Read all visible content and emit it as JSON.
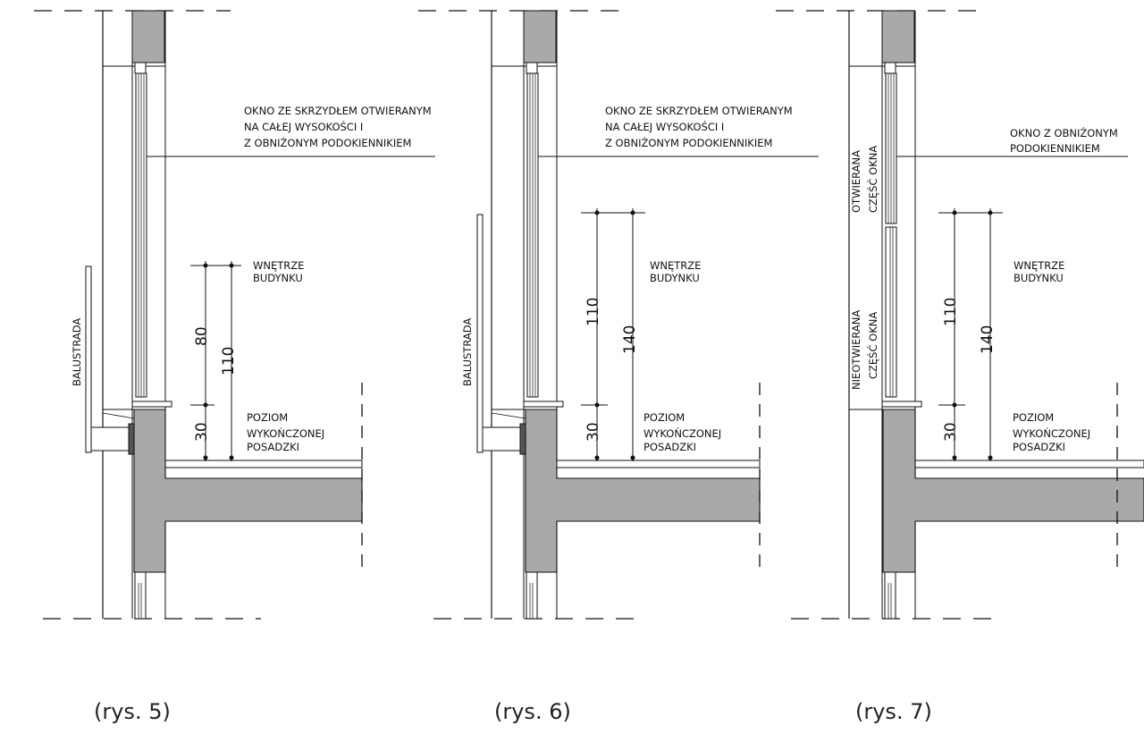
{
  "figures": [
    {
      "caption": "(rys. 5)",
      "window_note": [
        "OKNO ZE SKRZYDŁEM OTWIERANYM",
        "NA CAŁEJ WYSOKOŚCI I",
        "Z OBNIŻONYM PODOKIENNIKIEM"
      ],
      "interior_label": [
        "WNĘTRZE",
        "BUDYNKU"
      ],
      "floor_label": [
        "POZIOM",
        "WYKOŃCZONEJ",
        "POSADZKI"
      ],
      "balustrade_label": "BALUSTRADA",
      "dim_lower": "30",
      "dim_a": "80",
      "dim_b": "110"
    },
    {
      "caption": "(rys. 6)",
      "window_note": [
        "OKNO ZE SKRZYDŁEM OTWIERANYM",
        "NA CAŁEJ WYSOKOŚCI I",
        "Z OBNIŻONYM PODOKIENNIKIEM"
      ],
      "interior_label": [
        "WNĘTRZE",
        "BUDYNKU"
      ],
      "floor_label": [
        "POZIOM",
        "WYKOŃCZONEJ",
        "POSADZKI"
      ],
      "balustrade_label": "BALUSTRADA",
      "dim_lower": "30",
      "dim_a": "110",
      "dim_b": "140"
    },
    {
      "caption": "(rys. 7)",
      "window_note": [
        "OKNO Z OBNIŻONYM",
        "PODOKIENNIKIEM"
      ],
      "interior_label": [
        "WNĘTRZE",
        "BUDYNKU"
      ],
      "floor_label": [
        "POZIOM",
        "WYKOŃCZONEJ",
        "POSADZKI"
      ],
      "opening_label": [
        "OTWIERANA",
        "CZĘŚĆ OKNA"
      ],
      "fixed_label": [
        "NIEOTWIERANA",
        "CZĘŚĆ OKNA"
      ],
      "dim_lower": "30",
      "dim_a": "110",
      "dim_b": "140"
    }
  ]
}
